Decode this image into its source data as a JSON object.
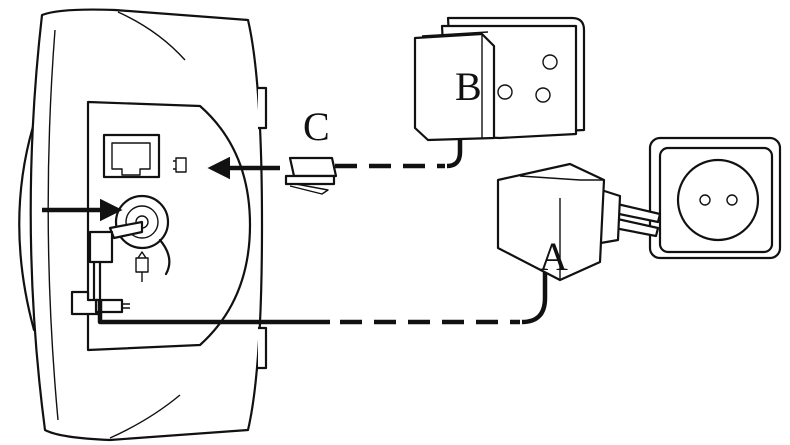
{
  "labels": {
    "a": "A",
    "b": "B",
    "c": "C"
  },
  "colors": {
    "line": "#111111",
    "background": "#ffffff"
  }
}
